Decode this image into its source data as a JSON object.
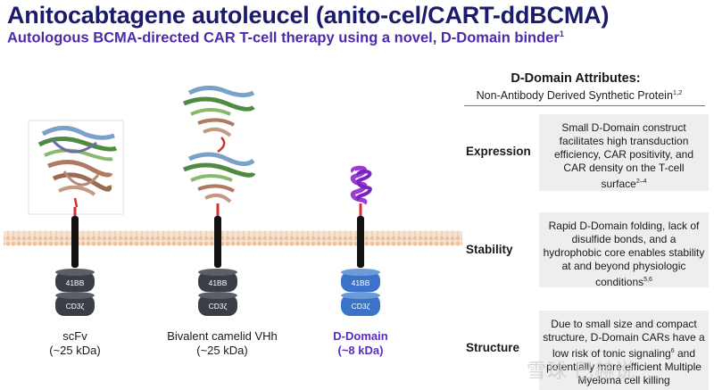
{
  "header": {
    "title": "Anitocabtagene autoleucel (anito-cel/CART-ddBCMA)",
    "subtitle": "Autologous BCMA-directed CAR T-cell therapy using a novel, D-Domain binder",
    "subtitle_ref": "1"
  },
  "constructs": [
    {
      "name": "scFv",
      "size": "(~25 kDa)"
    },
    {
      "name": "Bivalent camelid VHh",
      "size": "(~25 kDa)"
    },
    {
      "name": "D-Domain",
      "size": "(~8 kDa)"
    }
  ],
  "domains": {
    "costim": "41BB",
    "signal": "CD3ζ"
  },
  "attributes": {
    "heading": "D-Domain Attributes:",
    "subheading": "Non-Antibody Derived Synthetic Protein",
    "subheading_refs": "1,2",
    "rows": [
      {
        "label": "Expression",
        "text": "Small D-Domain construct facilitates high transduction efficiency, CAR positivity, and CAR density on the T-cell surface",
        "refs": "2–4"
      },
      {
        "label": "Stability",
        "text": "Rapid D-Domain folding, lack of disulfide bonds, and a hydrophobic core enables stability at and beyond physiologic conditions",
        "refs": "5,6"
      },
      {
        "label": "Structure",
        "text": "Due to small size and compact structure, D-Domain CARs have a low risk of tonic signaling",
        "refs": "6",
        "text2": " and potentially more efficient Multiple Myeloma cell killing"
      }
    ]
  },
  "colors": {
    "title": "#1b1a6b",
    "subtitle": "#4b2ba8",
    "membrane": "#f3d9c2",
    "domain_dark": "#3b3e47",
    "domain_blue": "#3a73c8",
    "accent_purple": "#5a2bbf"
  },
  "watermark": "雪球 巴赫说"
}
